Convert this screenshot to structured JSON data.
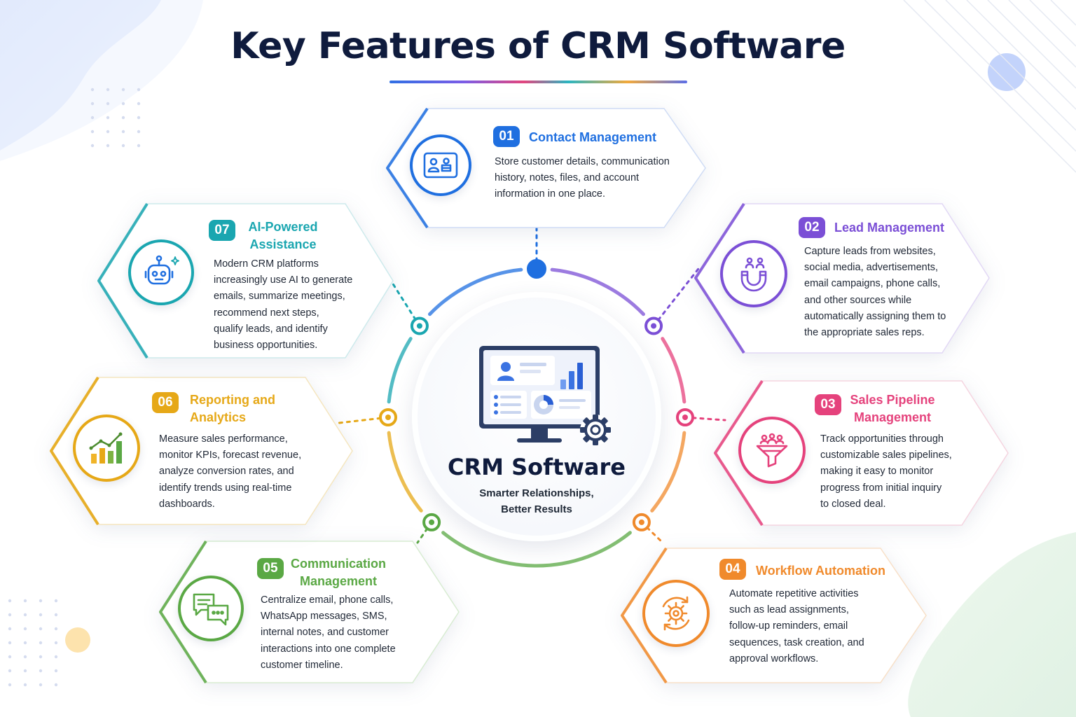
{
  "title": "Key Features of CRM Software",
  "hub": {
    "title": "CRM Software",
    "subtitle": "Smarter Relationships,\nBetter Results"
  },
  "colors": {
    "contact": "#1f6fe0",
    "lead": "#7b4fd6",
    "pipeline": "#e5427c",
    "workflow": "#f08a2c",
    "communication": "#5aa844",
    "reporting": "#e6a817",
    "ai": "#1aa6b0"
  },
  "features": [
    {
      "number": "01",
      "title": "Contact Management",
      "icon": "contact-card-icon",
      "description": "Store customer details, communication\nhistory, notes, files, and account\ninformation in one place."
    },
    {
      "number": "02",
      "title": "Lead Management",
      "icon": "magnet-leads-icon",
      "description": "Capture leads from websites,\nsocial media, advertisements,\nemail campaigns, phone calls,\nand other sources while\nautomatically assigning them to\nthe appropriate sales reps."
    },
    {
      "number": "03",
      "title": "Sales Pipeline\nManagement",
      "icon": "sales-funnel-icon",
      "description": "Track opportunities through\ncustomizable sales pipelines,\nmaking it easy to monitor\nprogress from initial inquiry\nto closed deal."
    },
    {
      "number": "04",
      "title": "Workflow Automation",
      "icon": "gear-cycle-icon",
      "description": "Automate repetitive activities\nsuch as lead assignments,\nfollow-up reminders, email\nsequences, task creation, and\napproval workflows."
    },
    {
      "number": "05",
      "title": "Communication\nManagement",
      "icon": "chat-bubbles-icon",
      "description": "Centralize email, phone calls,\nWhatsApp messages, SMS,\ninternal notes, and customer\ninteractions into one complete\ncustomer timeline."
    },
    {
      "number": "06",
      "title": "Reporting and\nAnalytics",
      "icon": "bar-chart-icon",
      "description": "Measure sales performance,\nmonitor KPIs, forecast revenue,\nanalyze conversion rates, and\nidentify trends using real-time\ndashboards."
    },
    {
      "number": "07",
      "title": "AI-Powered\nAssistance",
      "icon": "robot-icon",
      "description": "Modern CRM platforms\nincreasingly use AI to generate\nemails, summarize meetings,\nrecommend next steps,\nqualify leads, and identify\nbusiness opportunities."
    }
  ]
}
